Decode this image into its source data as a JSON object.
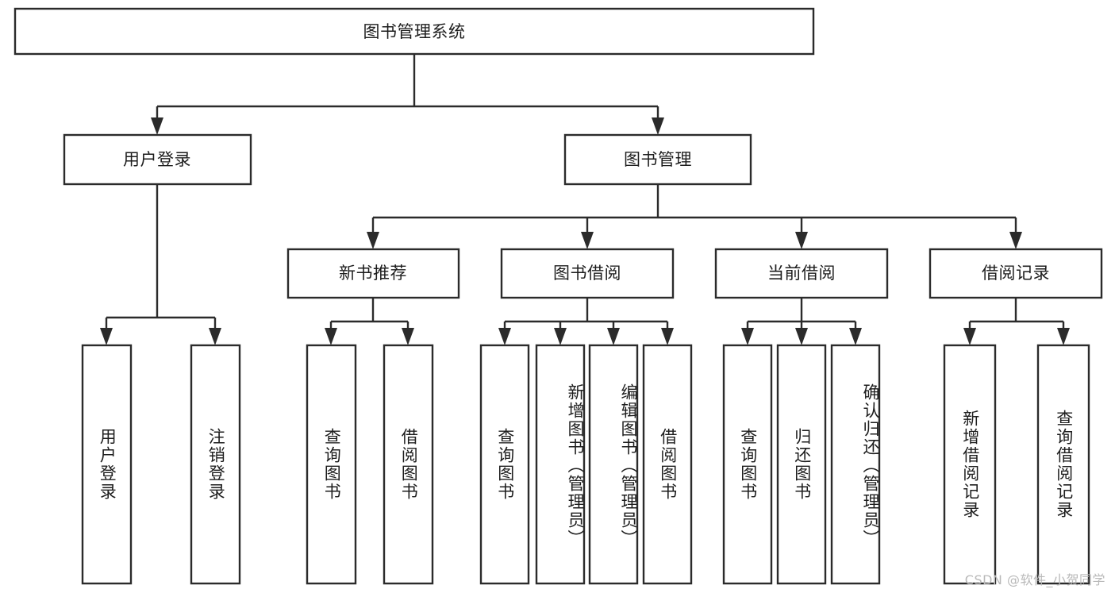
{
  "diagram": {
    "type": "tree",
    "title": "图书管理系统",
    "watermark": "CSDN @软件_小贺同学",
    "colors": {
      "stroke": "#2b2b2b",
      "fill": "#ffffff",
      "text": "#1d1d1d",
      "background": "#ffffff",
      "watermark": "#b9b9b9"
    },
    "root": {
      "label": "图书管理系统"
    },
    "level2": [
      {
        "label": "用户登录"
      },
      {
        "label": "图书管理"
      }
    ],
    "level3": [
      {
        "label": "新书推荐"
      },
      {
        "label": "图书借阅"
      },
      {
        "label": "当前借阅"
      },
      {
        "label": "借阅记录"
      }
    ],
    "leaves": {
      "user_login": [
        {
          "label": "用户登录"
        },
        {
          "label": "注销登录"
        }
      ],
      "new_book_recommend": [
        {
          "label": "查询图书"
        },
        {
          "label": "借阅图书"
        }
      ],
      "book_borrow": [
        {
          "label": "查询图书"
        },
        {
          "label": "新增图书（管理员）"
        },
        {
          "label": "编辑图书（管理员）"
        },
        {
          "label": "借阅图书"
        }
      ],
      "current_borrow": [
        {
          "label": "查询图书"
        },
        {
          "label": "归还图书"
        },
        {
          "label": "确认归还（管理员）"
        }
      ],
      "borrow_record": [
        {
          "label": "新增借阅记录"
        },
        {
          "label": "查询借阅记录"
        }
      ]
    }
  }
}
